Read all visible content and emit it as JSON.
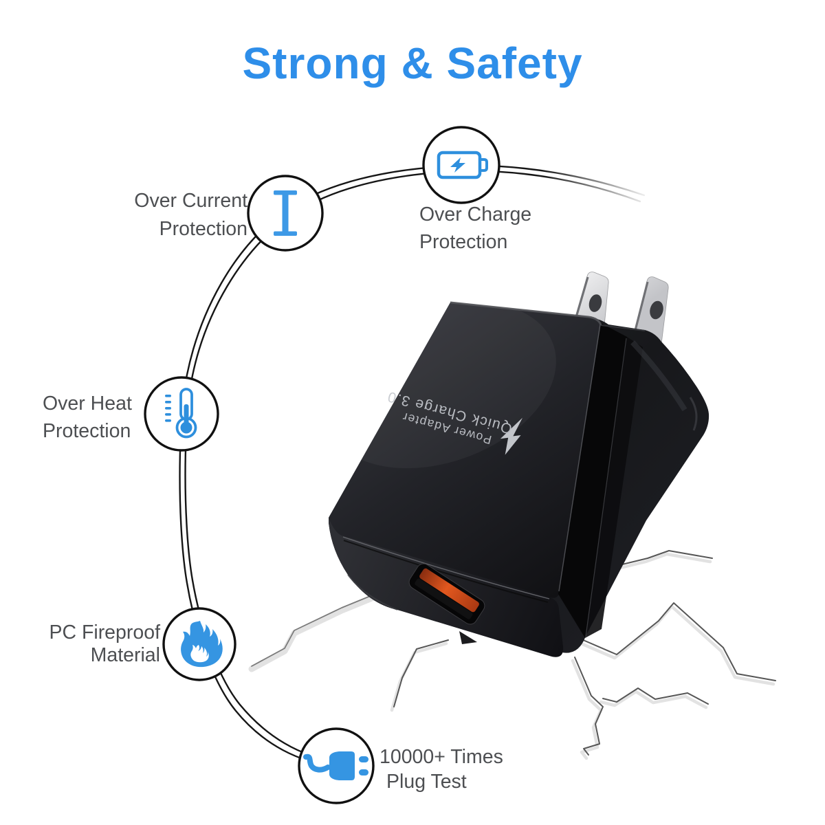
{
  "title": "Strong & Safety",
  "colors": {
    "title_blue": "#2e8ee9",
    "icon_blue": "#3595e2",
    "icon_blue_stroke": "#2e8fdd",
    "label_gray": "#4d4f52",
    "charger_body": "#141417",
    "usb_port_orange": "#d9531f",
    "prong_silver": "#d9dadc"
  },
  "features": [
    {
      "id": "over-current",
      "line1": "Over Current",
      "line2": "Protection",
      "icon": "i-beam-current-icon"
    },
    {
      "id": "over-charge",
      "line1": "Over Charge",
      "line2": "Protection",
      "icon": "battery-bolt-icon"
    },
    {
      "id": "over-heat",
      "line1": "Over Heat",
      "line2": "Protection",
      "icon": "thermometer-icon"
    },
    {
      "id": "fireproof",
      "line1": "PC Fireproof",
      "line2": "Material",
      "icon": "flame-icon"
    },
    {
      "id": "plug-test",
      "line1": "10000+ Times",
      "line2": "Plug Test",
      "icon": "power-plug-icon"
    }
  ],
  "charger": {
    "label_line1": "Power Adapter",
    "label_line2": "Quick Charge 3.0",
    "port": "usb-a-port"
  }
}
